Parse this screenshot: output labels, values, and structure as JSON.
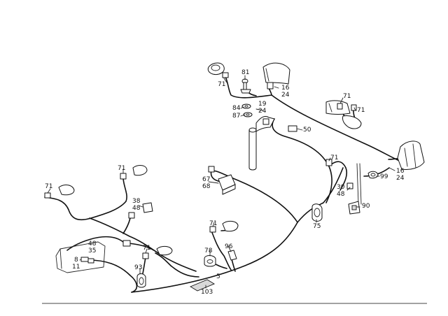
{
  "diagram": {
    "callouts": {
      "c71_top": "71",
      "c81": "81",
      "c16_top": "16",
      "c24_top": "24",
      "c84": "84",
      "c87": "87",
      "c19": "19",
      "c24_mid": "24",
      "c71_right_a": "71",
      "c71_right_b": "71",
      "c50": "50",
      "c71_mid": "71",
      "c16_right": "16",
      "c24_right": "24",
      "c99": "99",
      "c30": "30",
      "c48_right": "48",
      "c90": "90",
      "c75": "75",
      "c67": "67",
      "c68": "68",
      "c71_left_a": "71",
      "c71_left_b": "71",
      "c38": "38",
      "c48_left": "48",
      "c71_center": "71",
      "c96": "96",
      "c78": "78",
      "c48_bottom": "48",
      "c35": "35",
      "c8": "8",
      "c11": "11",
      "c71_bottom": "71",
      "c93": "93",
      "c5": "5",
      "c103": "103"
    }
  }
}
